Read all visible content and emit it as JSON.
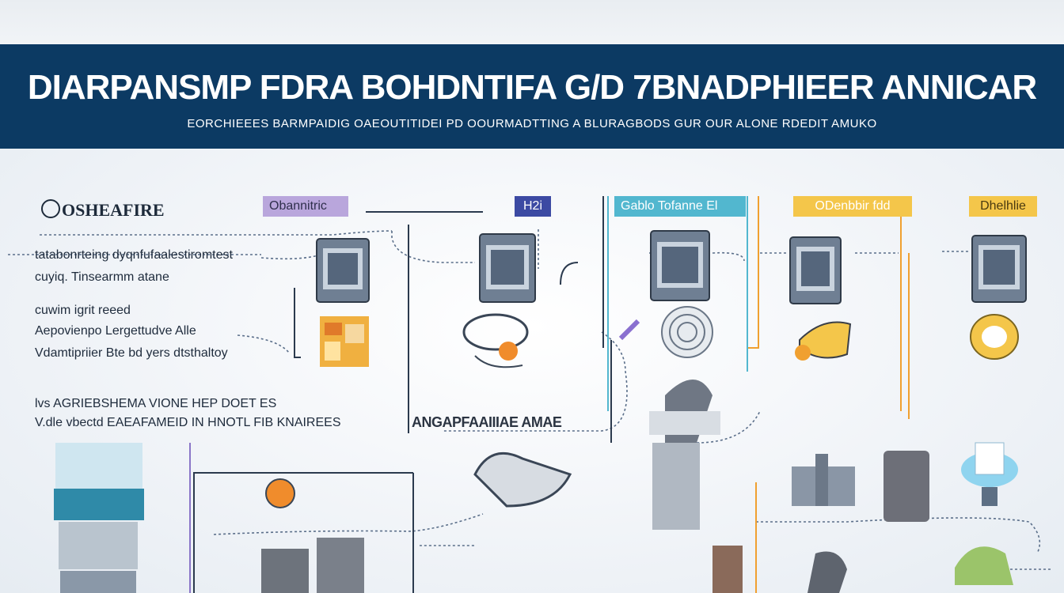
{
  "header": {
    "title": "DIARPANSMP FDRA BOHDNTIFA G/D 7BNADPHIEER ANNICAR",
    "subtitle": "EORCHIEEES  BARMPAIDIG OAEOUTITIDEI  PD OOURMADTTING  A  BLURAGBODS  GUR  OUR ALONE  RDEDIT AMUKO"
  },
  "left_panel": {
    "title": "OSHEAFIRE",
    "lines": [
      "tatabonrteing dyqnfufaalestiromtest",
      "cuyiq. Tinsearmm atane",
      "cuwim igrit  reeed",
      "Aepovienpo Lergettudve Alle",
      "Vdamtipriier Bte bd yers dtsthaltoy",
      "lvs  AGRIEBSHEMA VIONE HEP DOET ES",
      "V.dle vbectd EAEAFAMEID IN HNOTL FIB KNAIREES"
    ]
  },
  "columns": [
    {
      "label": "Obannitric",
      "color": "#b9a6dc"
    },
    {
      "label": "H2i",
      "color": "#3c4aa3"
    },
    {
      "label": "Gablo Tofanne El",
      "color": "#52b7cf"
    },
    {
      "label": "ODenbbir fdd",
      "color": "#f4c64a"
    },
    {
      "label": "Dhelhlie",
      "color": "#f4c64a"
    }
  ],
  "center_heading": "ANGAPFAAIIIAE AMAE",
  "colors": {
    "banner": "#0c3a63",
    "accent_blue": "#3c4aa3",
    "accent_teal": "#52b7cf",
    "accent_yellow": "#f4c64a",
    "accent_purple": "#b9a6dc",
    "accent_orange": "#f08c2c"
  }
}
